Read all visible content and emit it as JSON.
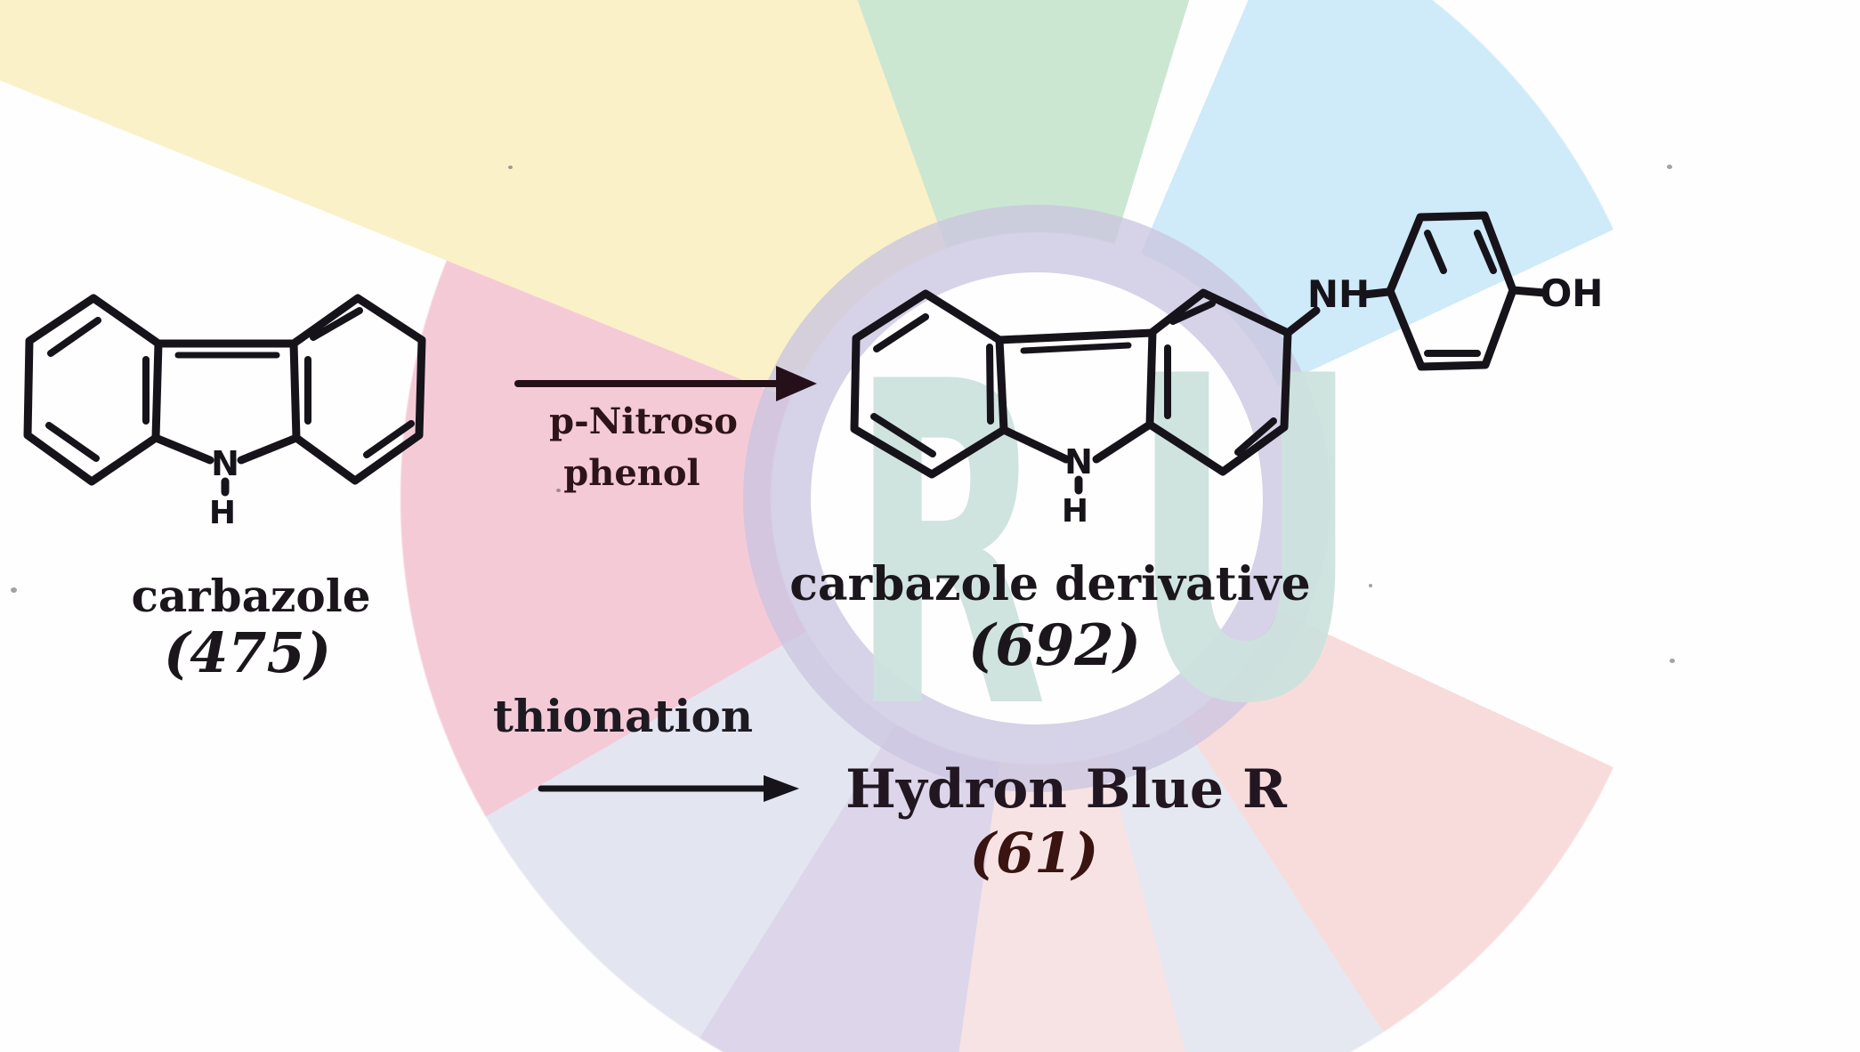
{
  "labels": {
    "reactant_name": "carbazole",
    "reactant_ref": "(475)",
    "reagent_line1": "p-Nitroso",
    "reagent_line2": "phenol",
    "product1_name": "carbazole derivative",
    "product1_ref": "(692)",
    "step2_condition": "thionation",
    "product2_name": "Hydron Blue R",
    "product2_ref": "(61)"
  },
  "atoms": {
    "carbazole_n": "N",
    "carbazole_h": "H",
    "derivative_n": "N",
    "derivative_h": "H",
    "derivative_nh": "NH",
    "derivative_oh": "OH"
  },
  "watermark": {
    "letter_r": "R",
    "letter_u": "U",
    "letter_color": "#cde2de",
    "ring_color": "#cbc5e0",
    "wedge_colors": {
      "yellow": "#fbf1c8",
      "green": "#cbe7d2",
      "light_blue": "#cfeaf8",
      "pink": "#f5cad7",
      "pale_pink_right": "#f8dcdc",
      "pale_pink_bottom": "#f7e3e4",
      "lavender": "#ddd6ea",
      "gray_blue": "#e3e6f0"
    }
  },
  "ink_color": "#16141a"
}
